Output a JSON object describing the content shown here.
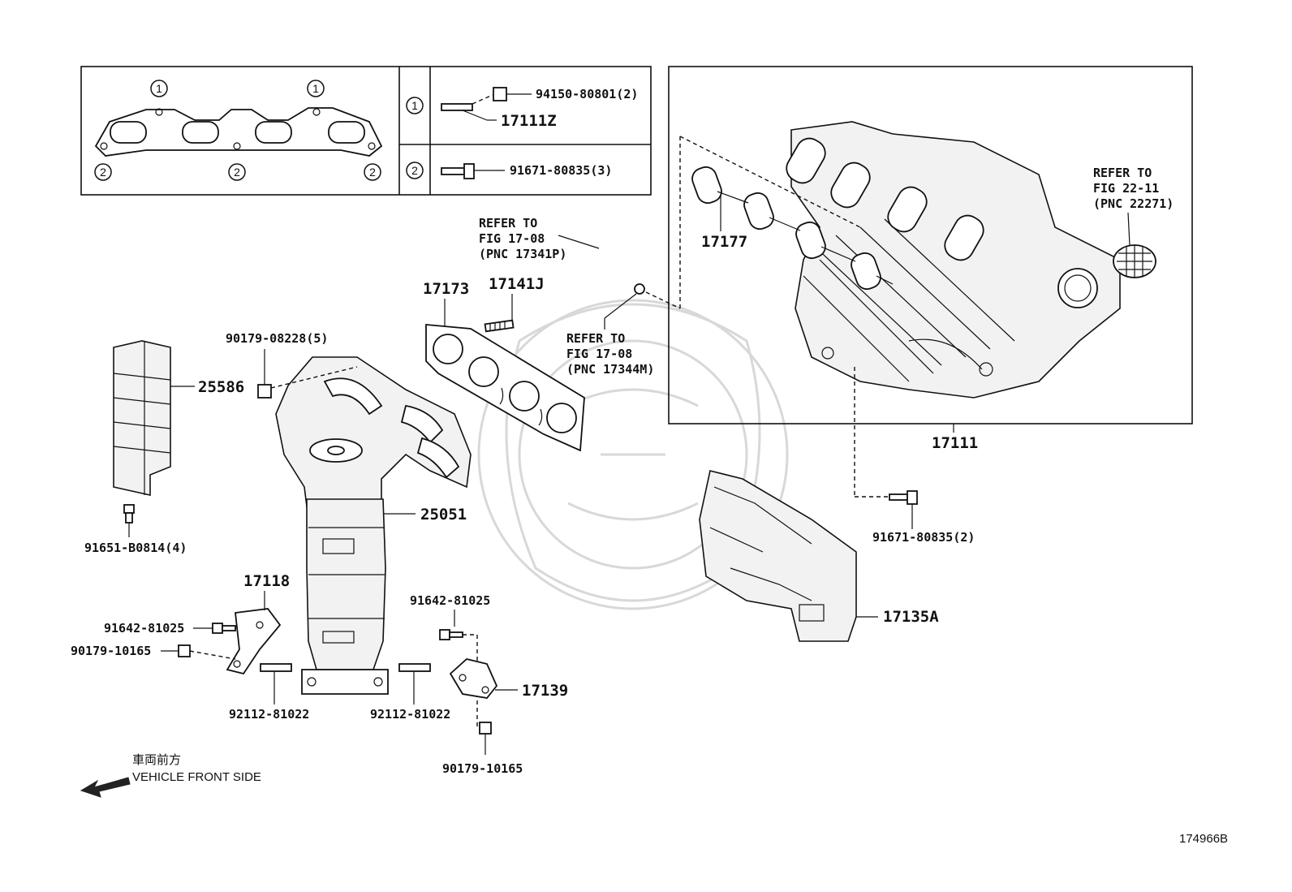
{
  "legend": {
    "circle_1": "1",
    "circle_2": "2",
    "row1_nut": "94150-80801(2)",
    "row1_stud": "17111Z",
    "row2_bolt": "91671-80835(3)"
  },
  "labels": {
    "p17177": "17177",
    "p17111": "17111",
    "p17173": "17173",
    "p17141J": "17141J",
    "p90179_08228": "90179-08228(5)",
    "p25586": "25586",
    "p25051": "25051",
    "p91651": "91651-B0814(4)",
    "p17118": "17118",
    "p91642_a": "91642-81025",
    "p90179_10165_a": "90179-10165",
    "p92112_a": "92112-81022",
    "p92112_b": "92112-81022",
    "p91642_b": "91642-81025",
    "p17139": "17139",
    "p90179_10165_b": "90179-10165",
    "p91671_2": "91671-80835(2)",
    "p17135A": "17135A"
  },
  "refs": {
    "ref1": [
      "REFER TO",
      "FIG 17-08",
      "(PNC 17341P)"
    ],
    "ref2": [
      "REFER TO",
      "FIG 17-08",
      "(PNC 17344M)"
    ],
    "ref3": [
      "REFER TO",
      "FIG 22-11",
      "(PNC 22271)"
    ]
  },
  "direction": {
    "jp": "車両前方",
    "en": "VEHICLE FRONT SIDE"
  },
  "figure_id": "174966B"
}
